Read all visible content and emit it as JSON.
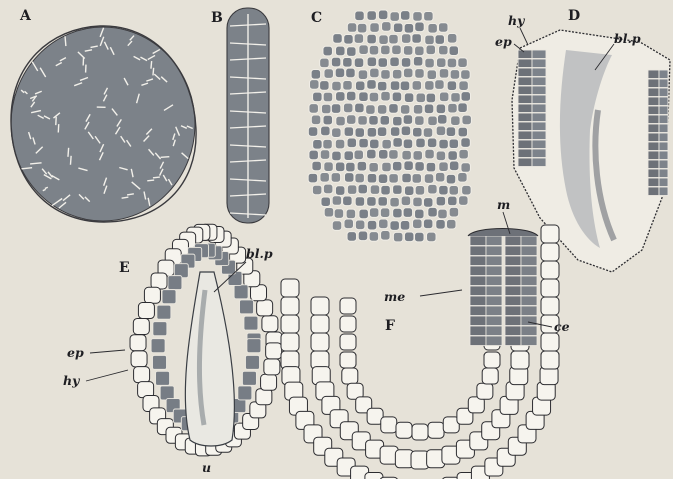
{
  "figure": {
    "labels": {
      "A": "A",
      "B": "B",
      "C": "C",
      "D": "D",
      "E": "E",
      "F": "F"
    },
    "annotations": {
      "d_hy": "hy",
      "d_ep": "ep",
      "d_blp": "bl.p",
      "e_blp": "bl.p",
      "e_ep": "ep",
      "e_hy": "hy",
      "e_u": "u",
      "f_m": "m",
      "f_me": "me",
      "f_ce": "ce"
    }
  },
  "colors": {
    "paper": "#e6e2d8",
    "cell_fill": "#7c8289",
    "cell_border": "#f2f0ea",
    "ink": "#2a2a2e"
  }
}
